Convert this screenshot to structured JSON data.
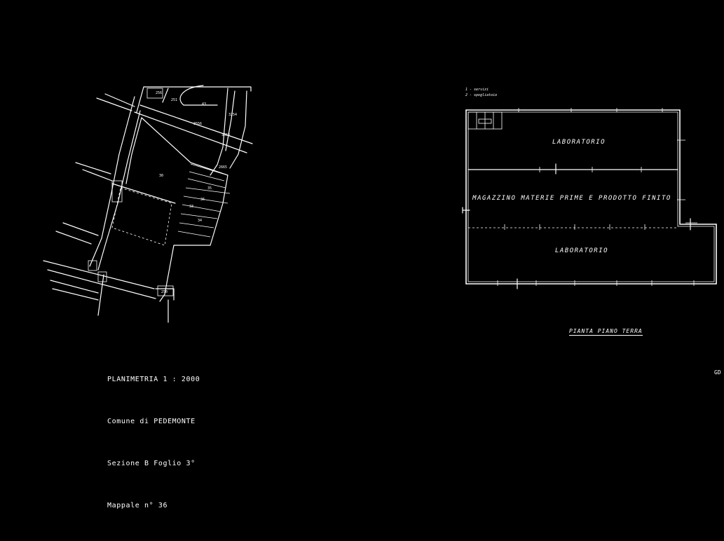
{
  "colors": {
    "background": "#000000",
    "ink": "#ffffff"
  },
  "site_plan": {
    "caption": {
      "line1": "PLANIMETRIA 1 : 2000",
      "line2": "Comune di PEDEMONTE",
      "line3": "Sezione B Foglio 3°",
      "line4": "Mappale n° 36"
    },
    "parcel_labels": [
      "256",
      "251",
      "43",
      "3556",
      "3653",
      "3254",
      "30",
      "2665",
      "36",
      "34",
      "33",
      "35",
      "250"
    ]
  },
  "floor_plan": {
    "legend": {
      "line1": "1 - servizi",
      "line2": "2 - spogliatoio"
    },
    "rooms": {
      "top": "LABORATORIO",
      "middle": "MAGAZZINO MATERIE PRIME E PRODOTTO FINITO",
      "bottom": "LABORATORIO"
    },
    "title": "PIANTA PIANO TERRA"
  },
  "corner_mark": "GD"
}
